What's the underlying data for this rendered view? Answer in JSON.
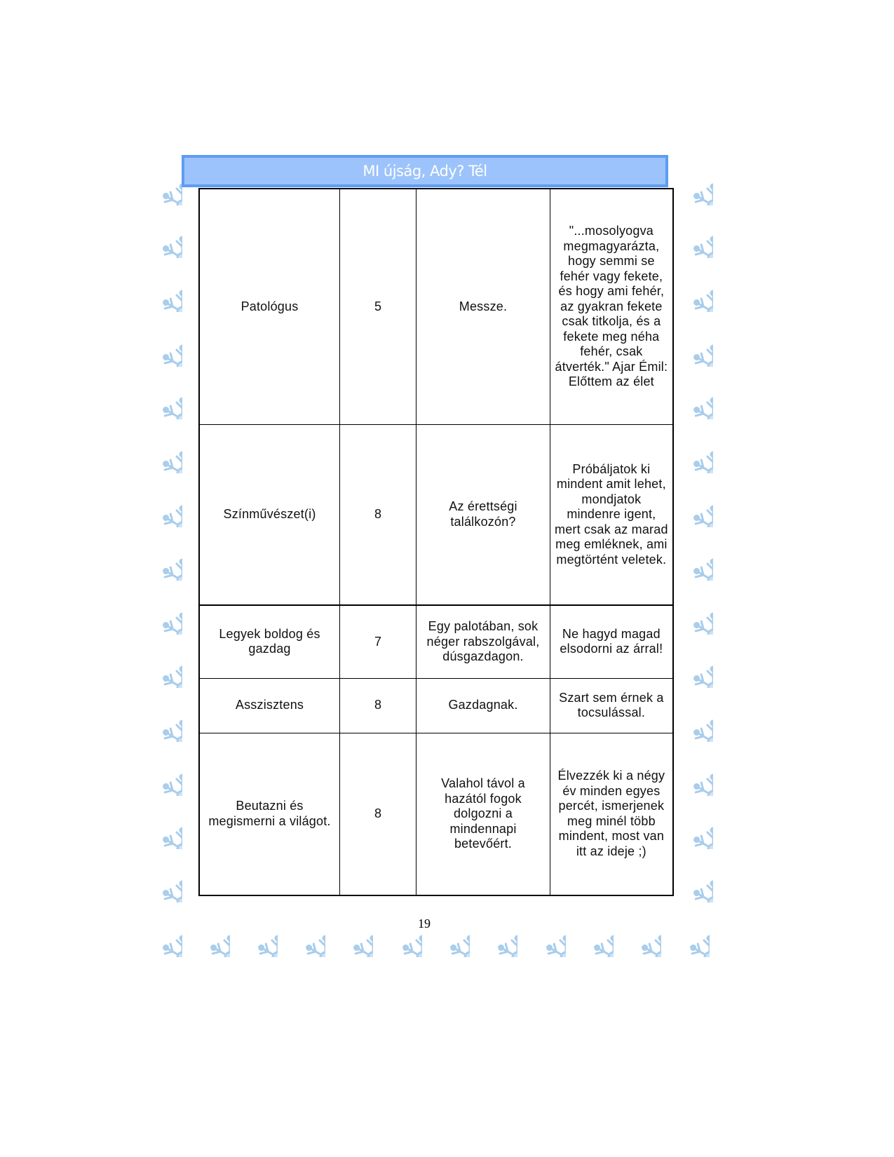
{
  "header": {
    "title": "MI újság, Ady? Tél"
  },
  "table": {
    "rows": [
      [
        "Patológus",
        "5",
        "Messze.",
        "\"...mosolyogva megmagyarázta, hogy semmi se fehér vagy fekete, és hogy ami fehér, az gyakran fekete csak titkolja, és a fekete meg néha fehér, csak átverték.\" Ajar Émil: Előttem az élet"
      ],
      [
        "Színművészet(i)",
        "8",
        "Az érettségi találkozón?",
        "Próbáljatok ki mindent amit lehet, mondjatok mindenre igent, mert csak az marad meg emléknek, ami megtörtént veletek."
      ],
      [
        "Legyek boldog és gazdag",
        "7",
        "Egy palotában, sok néger rabszolgával, dúsgazdagon.",
        "Ne hagyd magad elsodorni az árral!"
      ],
      [
        "Asszisztens",
        "8",
        "Gazdagnak.",
        "Szart sem érnek a tocsulással."
      ],
      [
        "Beutazni és megismerni a világot.",
        "8",
        "Valahol távol a hazától fogok dolgozni a mindennapi betevőért.",
        "Élvezzék ki a négy év minden egyes percét, ismerjenek meg minél több mindent, most van itt az ideje ;)"
      ]
    ]
  },
  "footer": {
    "page_number": "19"
  },
  "colors": {
    "header_fill": "#9cc3fb",
    "header_border": "#5e9cf5",
    "snowflake": "#a9cdec"
  }
}
